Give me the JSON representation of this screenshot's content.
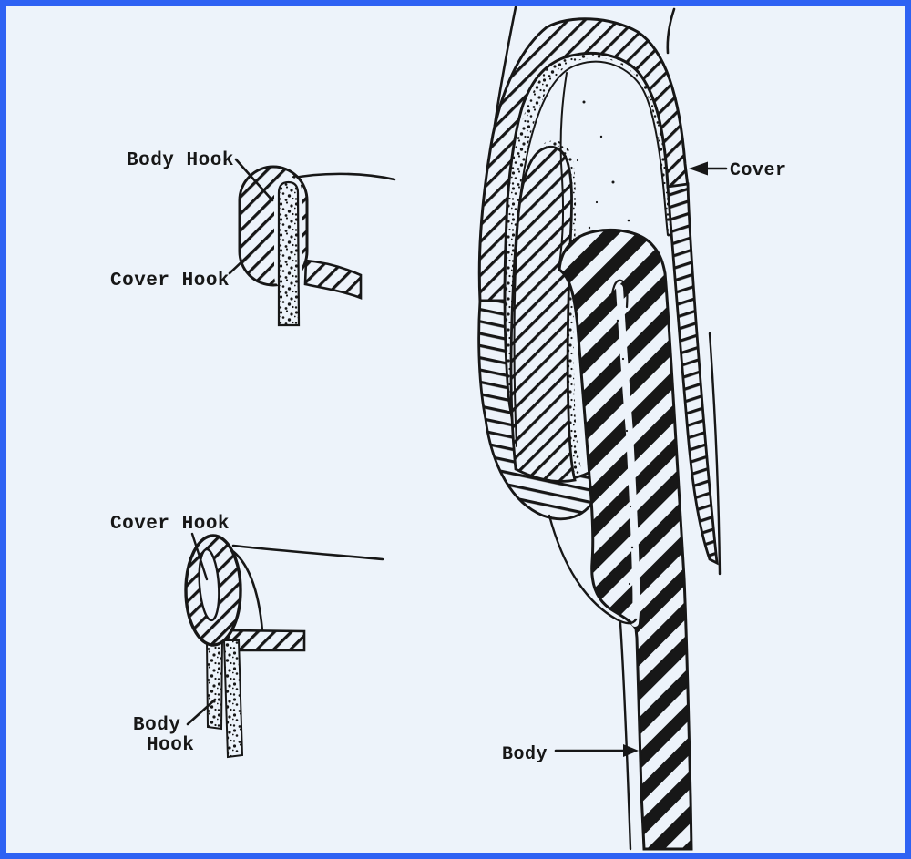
{
  "colors": {
    "background": "#edf3fa",
    "frame_border": "#2e62f3",
    "ink": "#171717"
  },
  "figure": {
    "final_seam": {
      "body_hook_label": "Body Hook",
      "cover_hook_label": "Cover Hook"
    },
    "first_operation_seam": {
      "cover_hook_label": "Cover Hook",
      "body_hook_label_line1": "Body",
      "body_hook_label_line2": "Hook"
    },
    "magnified_seam": {
      "cover_label": "Cover",
      "body_label": "Body"
    }
  }
}
